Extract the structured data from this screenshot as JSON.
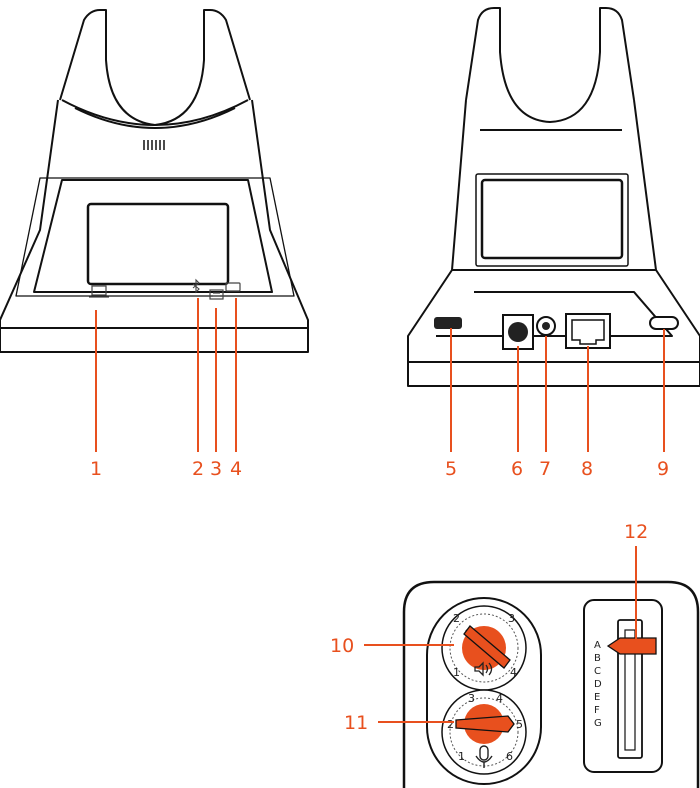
{
  "accent_color": "#e8501e",
  "callouts": {
    "c1": "1",
    "c2": "2",
    "c3": "3",
    "c4": "4",
    "c5": "5",
    "c6": "6",
    "c7": "7",
    "c8": "8",
    "c9": "9",
    "c10": "10",
    "c11": "11",
    "c12": "12"
  },
  "speaker_dial": {
    "n1": "1",
    "n2": "2",
    "n3": "3",
    "n4": "4"
  },
  "mic_dial": {
    "n1": "1",
    "n2": "2",
    "n3": "3",
    "n4": "4",
    "n5": "5",
    "n6": "6"
  },
  "slider_letters": [
    "A",
    "B",
    "C",
    "D",
    "E",
    "F",
    "G"
  ],
  "icons": {
    "computer": "computer-icon",
    "bluetooth": "bluetooth-icon",
    "deskphone": "desk-phone-icon",
    "mobile": "mobile-phone-icon",
    "speaker": "speaker-icon",
    "microphone": "microphone-icon"
  }
}
